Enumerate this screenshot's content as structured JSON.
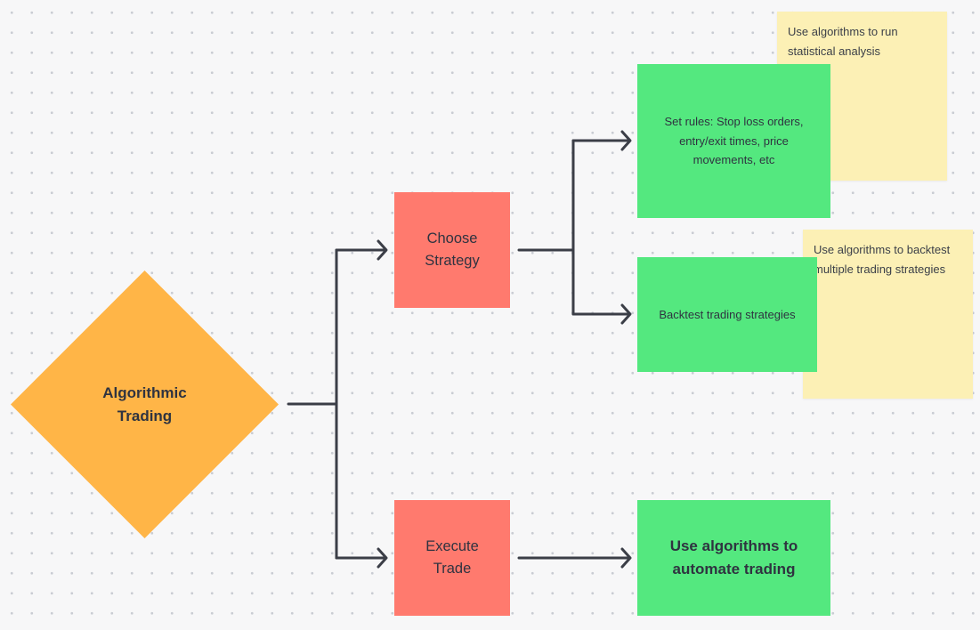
{
  "diagram": {
    "root": {
      "label": "Algorithmic Trading",
      "color": "#ffb547"
    },
    "strategy": {
      "label": "Choose Strategy",
      "color": "#ff7a6e"
    },
    "execute": {
      "label": "Execute Trade",
      "color": "#ff7a6e"
    },
    "set_rules": {
      "label": "Set rules: Stop loss orders, entry/exit times, price movements, etc",
      "color": "#54e87f"
    },
    "backtest": {
      "label": "Backtest trading strategies",
      "color": "#54e87f"
    },
    "automate": {
      "label": "Use algorithms to automate trading",
      "color": "#54e87f"
    },
    "note_statistical": {
      "text": "Use algorithms to run statistical analysis",
      "color": "#fcf0b5"
    },
    "note_backtest": {
      "text": "Use algorithms to backtest multiple trading strategies",
      "color": "#fcf0b5"
    },
    "connector_color": "#3b3e47"
  }
}
